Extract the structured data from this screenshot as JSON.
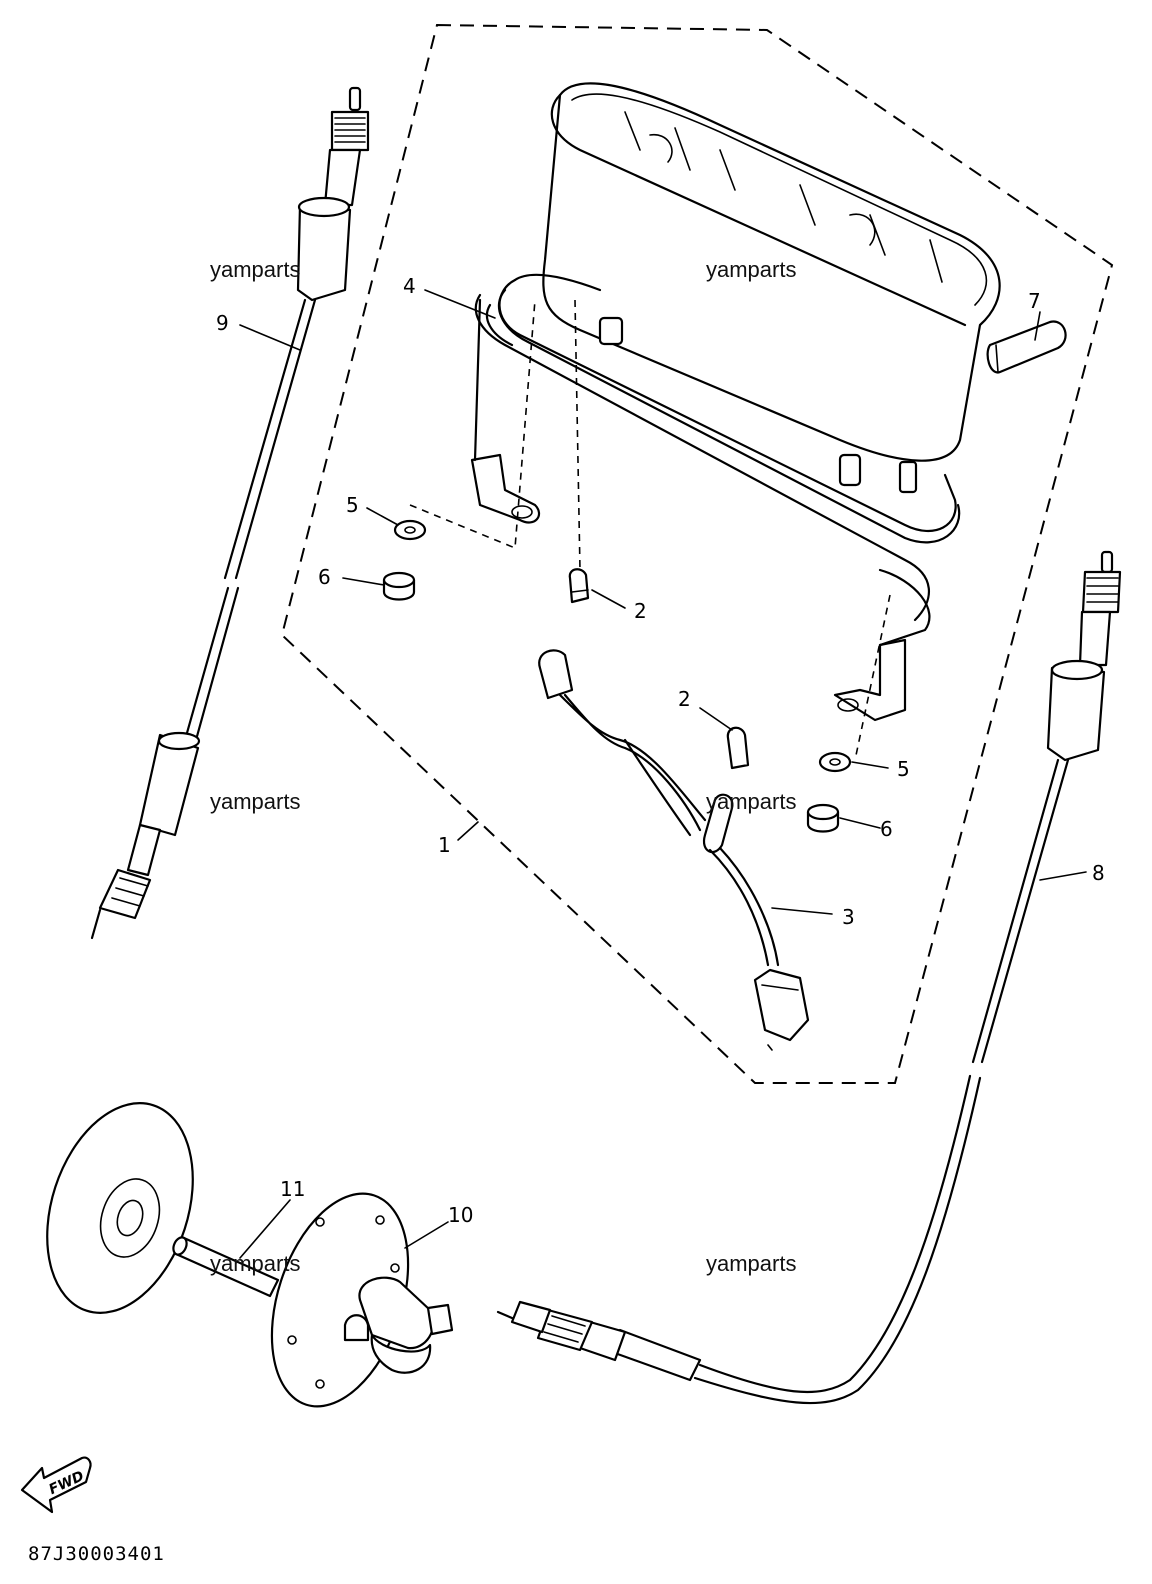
{
  "diagram": {
    "part_labels": {
      "p1": "1",
      "p2a": "2",
      "p2b": "2",
      "p3": "3",
      "p4": "4",
      "p5a": "5",
      "p5b": "5",
      "p6a": "6",
      "p6b": "6",
      "p7": "7",
      "p8": "8",
      "p9": "9",
      "p10": "10",
      "p11": "11"
    },
    "watermarks": [
      "yamparts",
      "yamparts",
      "yamparts",
      "yamparts",
      "yamparts",
      "yamparts"
    ],
    "direction_badge": "FWD",
    "drawing_code": "87J30003401"
  }
}
